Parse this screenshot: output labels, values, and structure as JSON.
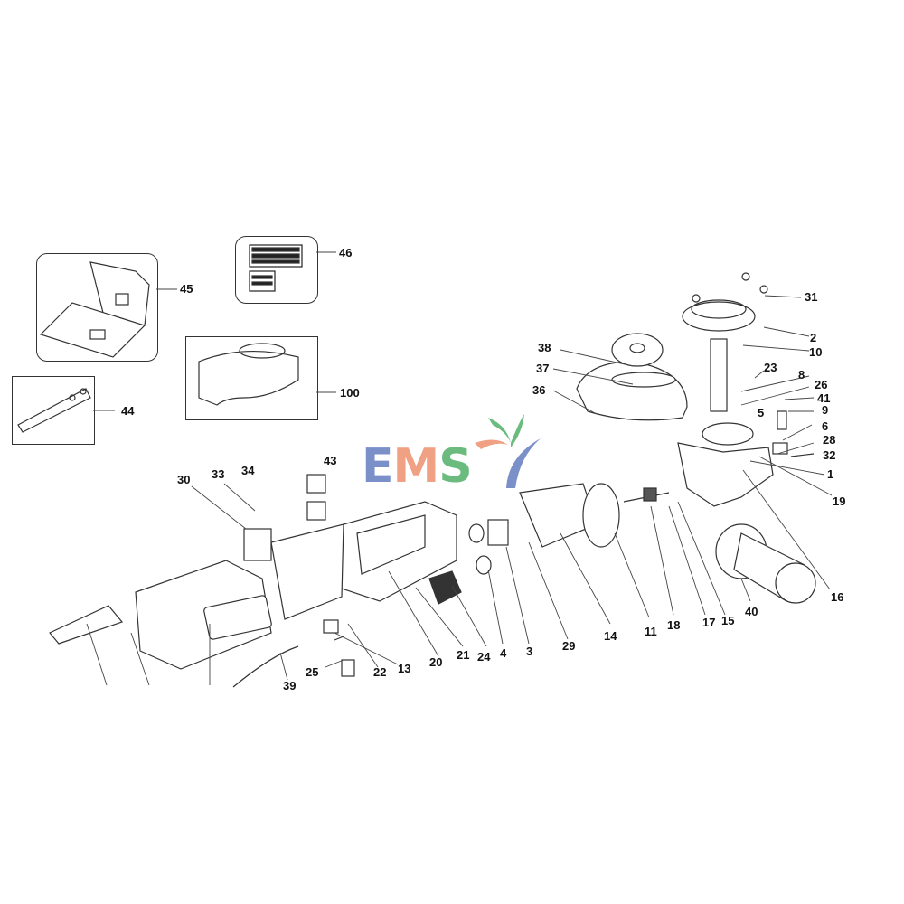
{
  "diagram": {
    "type": "exploded-parts-diagram",
    "subject": "angle grinder",
    "watermark": {
      "text_e": "E",
      "text_m": "M",
      "text_s": "S",
      "colors": {
        "E": "#7b8fc9",
        "M": "#f0a184",
        "S": "#6bbb7f"
      }
    },
    "callouts": {
      "p1": "1",
      "p2": "2",
      "p3": "3",
      "p4": "4",
      "p5": "5",
      "p6": "6",
      "p8": "8",
      "p9": "9",
      "p10": "10",
      "p11": "11",
      "p13": "13",
      "p14": "14",
      "p15": "15",
      "p16": "16",
      "p17": "17",
      "p18": "18",
      "p19": "19",
      "p20": "20",
      "p21": "21",
      "p22": "22",
      "p23": "23",
      "p24": "24",
      "p25": "25",
      "p26": "26",
      "p28": "28",
      "p29": "29",
      "p30": "30",
      "p31": "31",
      "p32": "32",
      "p33": "33",
      "p34": "34",
      "p36": "36",
      "p37": "37",
      "p38": "38",
      "p39": "39",
      "p40": "40",
      "p41": "41",
      "p43": "43",
      "p44": "44",
      "p45": "45",
      "p46": "46",
      "p100": "100"
    },
    "inset_boxes": [
      {
        "id": "45",
        "content": "carrying case"
      },
      {
        "id": "46",
        "content": "label plate"
      },
      {
        "id": "100",
        "content": "guard assembly"
      },
      {
        "id": "44",
        "content": "spanner wrench"
      }
    ]
  }
}
